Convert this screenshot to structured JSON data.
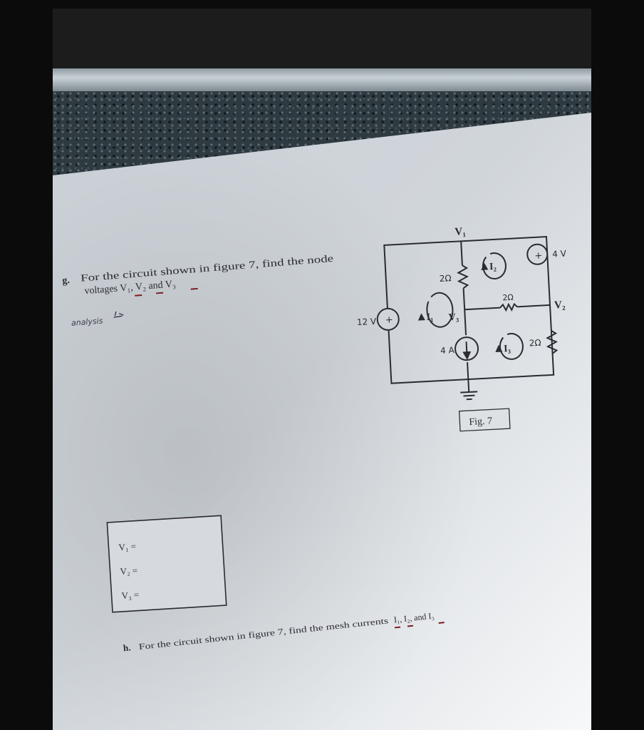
{
  "problem_g": {
    "letter": "g.",
    "line1": "For the circuit shown in figure 7, find the node",
    "line2": "voltages V₁, V₂ and V₃",
    "handwritten_note": "analysis"
  },
  "circuit": {
    "node_v1": "V₁",
    "node_v2": "V₂",
    "node_v3": "V₃",
    "source_12v": "12 V",
    "source_4v": "4 V",
    "source_4a": "4 A",
    "r_left": "2Ω",
    "r_mid": "2Ω",
    "r_right": "2Ω",
    "mesh_i1": "I₁",
    "mesh_i2": "I₂",
    "mesh_i3": "I₃",
    "plus": "+",
    "caption": "Fig. 7"
  },
  "answer_box": {
    "v1": "V₁ =",
    "v2": "V₂ =",
    "v3": "V₃ ="
  },
  "problem_h": {
    "letter": "h.",
    "text": "For the circuit shown in figure 7, find the mesh currents",
    "currents": "I₁, I₂, and I₃"
  },
  "colors": {
    "paper": "#d3d8dd",
    "ink": "#2b2b33",
    "underline": "#7a1c1c"
  }
}
